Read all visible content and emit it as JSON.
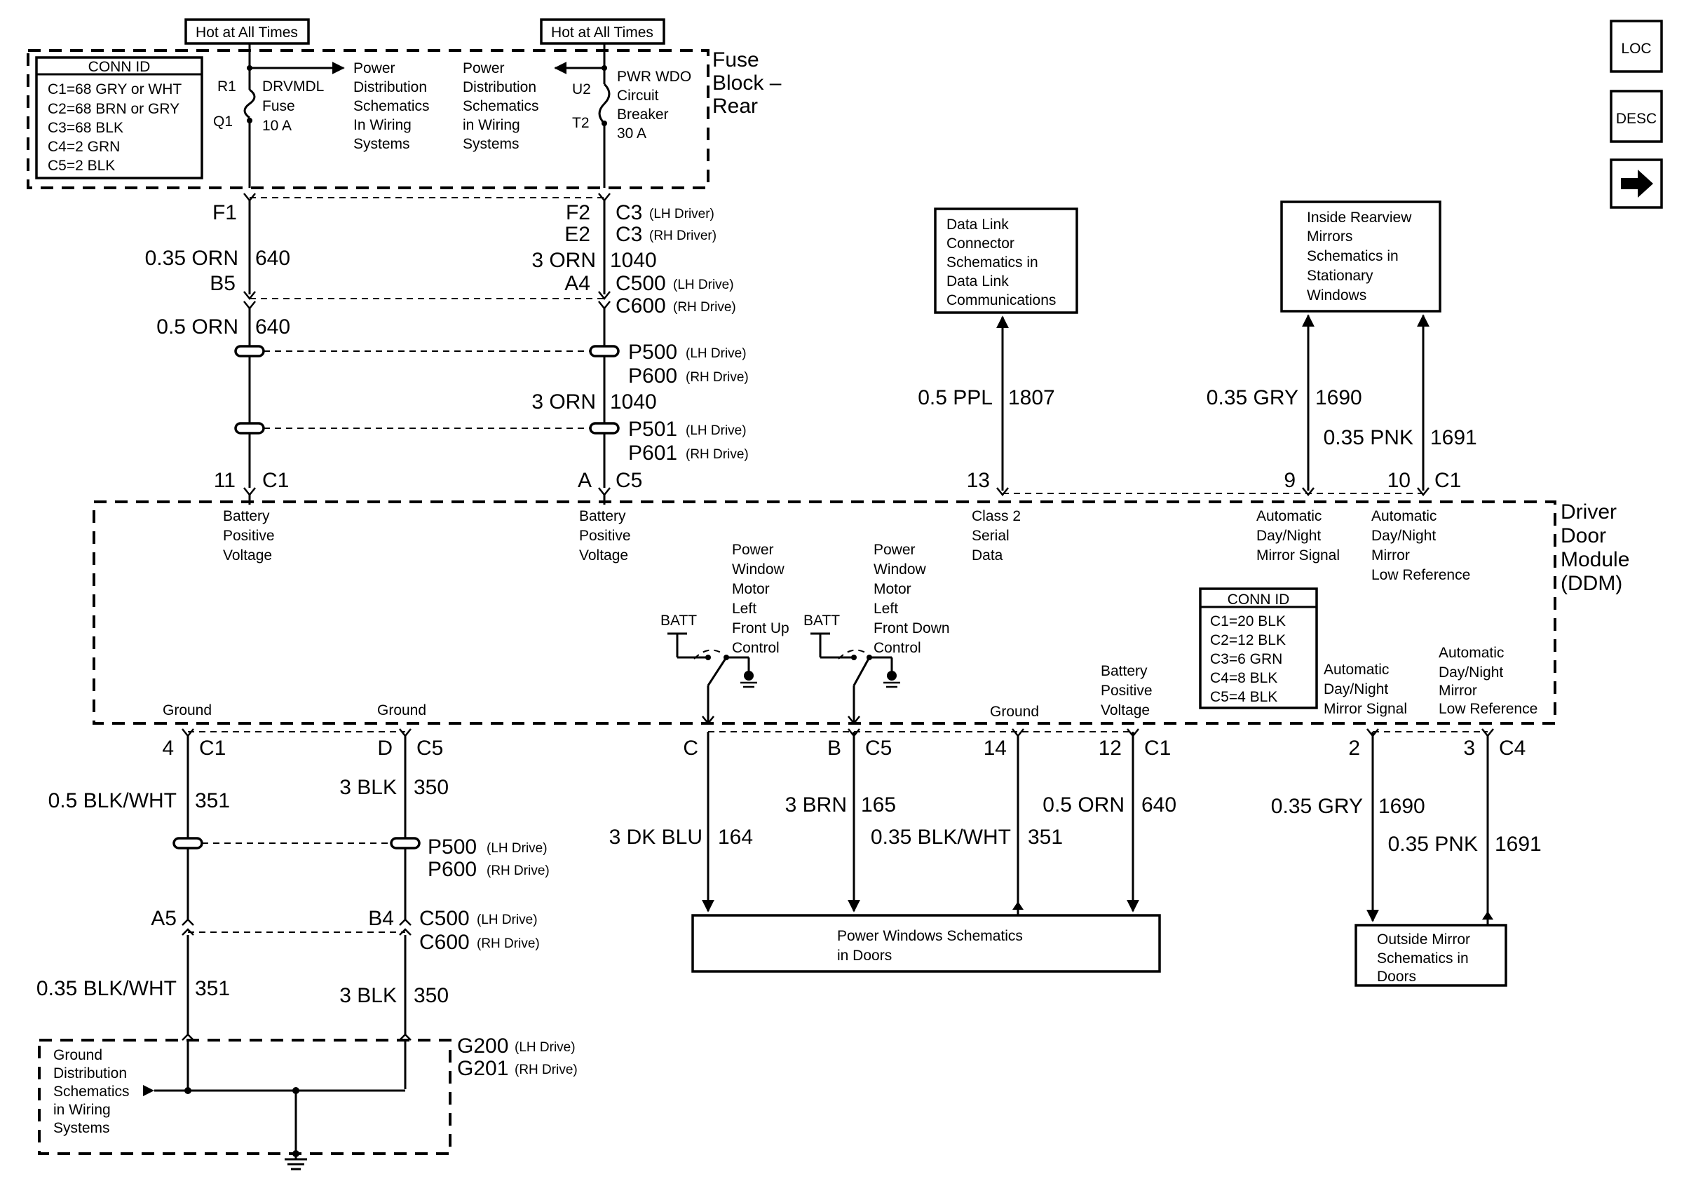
{
  "nav": {
    "loc_label": "LOC",
    "desc_label": "DESC"
  },
  "hot": {
    "left": "Hot at All Times",
    "right": "Hot at All Times"
  },
  "fuse_block": {
    "title_1": "Fuse",
    "title_2": "Block –",
    "title_3": "Rear",
    "conn_id": {
      "title": "CONN ID",
      "lines": [
        "C1=68 GRY or WHT",
        "C2=68 BRN or GRY",
        "C3=68 BLK",
        "C4=2 GRN",
        "C5=2 BLK"
      ]
    },
    "fuse": {
      "pin_in": "R1",
      "pin_out": "Q1",
      "name": [
        "DRVMDL",
        "Fuse",
        "10 A"
      ]
    },
    "breaker": {
      "pin_in": "U2",
      "pin_out": "T2",
      "name": [
        "PWR WDO",
        "Circuit",
        "Breaker",
        "30 A"
      ]
    },
    "ref_left": [
      "Power",
      "Distribution",
      "Schematics",
      "In Wiring",
      "Systems"
    ],
    "ref_right": [
      "Power",
      "Distribution",
      "Schematics",
      "in Wiring",
      "Systems"
    ]
  },
  "top_left_circuit": {
    "pin_f1": "F1",
    "wire1": "0.35 ORN",
    "circuit1": "640",
    "pin_b5": "B5",
    "wire2": "0.5 ORN",
    "circuit2": "640",
    "pin_11": "11",
    "conn_c1": "C1"
  },
  "top_right_circuit": {
    "pin_f2": "F2",
    "c3_lh": "C3",
    "c3_lh_note": "(LH Driver)",
    "pin_e2": "E2",
    "c3_rh": "C3",
    "c3_rh_note": "(RH Driver)",
    "wire1": "3 ORN",
    "circuit1": "1040",
    "pin_a4": "A4",
    "c500": "C500",
    "c500_note": "(LH Drive)",
    "c600": "C600",
    "c600_note": "(RH Drive)",
    "p500": "P500",
    "p500_note": "(LH Drive)",
    "p600": "P600",
    "p600_note": "(RH Drive)",
    "wire2": "3 ORN",
    "circuit2": "1040",
    "p501": "P501",
    "p501_note": "(LH Drive)",
    "p601": "P601",
    "p601_note": "(RH Drive)",
    "pin_a": "A",
    "conn_c5": "C5"
  },
  "dlc": {
    "box": [
      "Data Link",
      "Connector",
      "Schematics in",
      "Data Link",
      "Communications"
    ],
    "wire": "0.5 PPL",
    "circuit": "1807",
    "pin": "13"
  },
  "mirror_top": {
    "box": [
      "Inside Rearview",
      "Mirrors",
      "Schematics in",
      "Stationary",
      "Windows"
    ],
    "wire_a": "0.35 GRY",
    "circuit_a": "1690",
    "wire_b": "0.35 PNK",
    "circuit_b": "1691",
    "pin_9": "9",
    "pin_10": "10",
    "conn": "C1"
  },
  "ddm": {
    "title": [
      "Driver",
      "Door",
      "Module",
      "(DDM)"
    ],
    "bpv_left": [
      "Battery",
      "Positive",
      "Voltage"
    ],
    "bpv_mid": [
      "Battery",
      "Positive",
      "Voltage"
    ],
    "class2": [
      "Class 2",
      "Serial",
      "Data"
    ],
    "mirror_sig_top": [
      "Automatic",
      "Day/Night",
      "Mirror Signal"
    ],
    "mirror_ref_top": [
      "Automatic",
      "Day/Night",
      "Mirror",
      "Low Reference"
    ],
    "pwm_up": [
      "Power",
      "Window",
      "Motor",
      "Left",
      "Front Up",
      "Control"
    ],
    "pwm_down": [
      "Power",
      "Window",
      "Motor",
      "Left",
      "Front Down",
      "Control"
    ],
    "batt_1": "BATT",
    "batt_2": "BATT",
    "conn_id": {
      "title": "CONN ID",
      "lines": [
        "C1=20 BLK",
        "C2=12 BLK",
        "C3=6 GRN",
        "C4=8 BLK",
        "C5=4 BLK"
      ]
    },
    "mirror_sig_bot": [
      "Automatic",
      "Day/Night",
      "Mirror Signal"
    ],
    "mirror_ref_bot": [
      "Automatic",
      "Day/Night",
      "Mirror",
      "Low Reference"
    ],
    "gnd_1": "Ground",
    "gnd_2": "Ground",
    "gnd_3": "Ground",
    "bpv_bot": [
      "Battery",
      "Positive",
      "Voltage"
    ]
  },
  "bottom_left": {
    "pin_4": "4",
    "c1": "C1",
    "wire1": "0.5 BLK/WHT",
    "circuit1": "351",
    "pin_d": "D",
    "c5": "C5",
    "wire2": "3 BLK",
    "circuit2": "350",
    "p500": "P500",
    "p500_note": "(LH Drive)",
    "p600": "P600",
    "p600_note": "(RH Drive)",
    "pin_a5": "A5",
    "pin_b4": "B4",
    "c500": "C500",
    "c500_note": "(LH Drive)",
    "c600": "C600",
    "c600_note": "(RH Drive)",
    "wire3": "0.35 BLK/WHT",
    "circuit3": "351",
    "wire4": "3 BLK",
    "circuit4": "350",
    "gnd_box": [
      "Ground",
      "Distribution",
      "Schematics",
      "in Wiring",
      "Systems"
    ],
    "g200": "G200",
    "g200_note": "(LH Drive)",
    "g201": "G201",
    "g201_note": "(RH Drive)"
  },
  "bottom_mid": {
    "pin_c": "C",
    "pin_b": "B",
    "c5": "C5",
    "pin_14": "14",
    "pin_12": "12",
    "c1": "C1",
    "wire_blu": "3 DK BLU",
    "circuit_blu": "164",
    "wire_brn": "3 BRN",
    "circuit_brn": "165",
    "wire_bw": "0.35 BLK/WHT",
    "circuit_bw": "351",
    "wire_orn": "0.5 ORN",
    "circuit_orn": "640",
    "box": [
      "Power Windows Schematics",
      "in Doors"
    ]
  },
  "bottom_right": {
    "pin_2": "2",
    "pin_3": "3",
    "c4": "C4",
    "wire_gry": "0.35 GRY",
    "circuit_gry": "1690",
    "wire_pnk": "0.35 PNK",
    "circuit_pnk": "1691",
    "box": [
      "Outside Mirror",
      "Schematics in",
      "Doors"
    ]
  }
}
